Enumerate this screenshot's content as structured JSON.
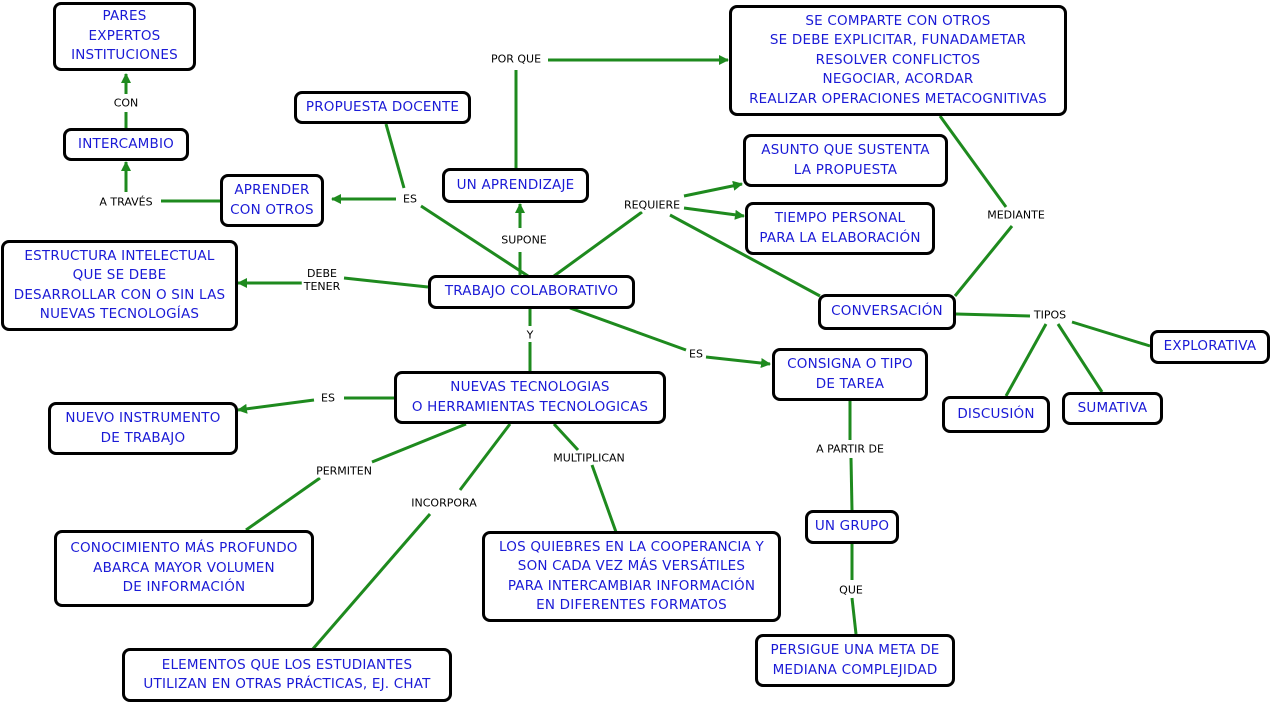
{
  "diagram": {
    "nodes": {
      "pares": [
        "PARES",
        "EXPERTOS",
        "INSTITUCIONES"
      ],
      "intercambio": [
        "INTERCAMBIO"
      ],
      "aprender": [
        "APRENDER",
        "CON OTROS"
      ],
      "propuesta_docente": [
        "PROPUESTA DOCENTE"
      ],
      "aprendizaje": [
        "UN APRENDIZAJE"
      ],
      "comparte": [
        "SE COMPARTE CON OTROS",
        "SE DEBE EXPLICITAR, FUNADAMETAR",
        "RESOLVER CONFLICTOS",
        "NEGOCIAR, ACORDAR",
        "REALIZAR OPERACIONES METACOGNITIVAS"
      ],
      "asunto": [
        "ASUNTO QUE SUSTENTA",
        "LA PROPUESTA"
      ],
      "tiempo": [
        "TIEMPO PERSONAL",
        "PARA LA ELABORACIÓN"
      ],
      "estructura": [
        "ESTRUCTURA INTELECTUAL",
        "QUE SE DEBE",
        "DESARROLLAR CON O SIN LAS",
        "NUEVAS TECNOLOGÍAS"
      ],
      "trabajo": [
        "TRABAJO COLABORATIVO"
      ],
      "conversacion": [
        "CONVERSACIÓN"
      ],
      "explorativa": [
        "EXPLORATIVA"
      ],
      "discusion": [
        "DISCUSIÓN"
      ],
      "sumativa": [
        "SUMATIVA"
      ],
      "consigna": [
        "CONSIGNA O TIPO",
        "DE TAREA"
      ],
      "nuevas": [
        "NUEVAS TECNOLOGIAS",
        "O HERRAMIENTAS TECNOLOGICAS"
      ],
      "instrumento": [
        "NUEVO INSTRUMENTO",
        "DE TRABAJO"
      ],
      "grupo": [
        "UN GRUPO"
      ],
      "conocimiento": [
        "CONOCIMIENTO MÁS PROFUNDO",
        "ABARCA MAYOR VOLUMEN",
        "DE INFORMACIÓN"
      ],
      "quiebres": [
        "LOS QUIEBRES EN LA COOPERANCIA Y",
        "SON CADA VEZ MÁS VERSÁTILES",
        "PARA INTERCAMBIAR INFORMACIÓN",
        "EN DIFERENTES FORMATOS"
      ],
      "persigue": [
        "PERSIGUE UNA META DE",
        "MEDIANA COMPLEJIDAD"
      ],
      "elementos": [
        "ELEMENTOS QUE LOS ESTUDIANTES",
        "UTILIZAN EN OTRAS PRÁCTICAS, EJ. CHAT"
      ]
    },
    "links": {
      "con": [
        "CON"
      ],
      "a_traves": [
        "A TRAVÉS"
      ],
      "es_top": [
        "ES"
      ],
      "por_que": [
        "POR QUE"
      ],
      "supone": [
        "SUPONE"
      ],
      "requiere": [
        "REQUIERE"
      ],
      "mediante": [
        "MEDIANTE"
      ],
      "debe_tener": [
        "DEBE",
        "TENER"
      ],
      "y": [
        "Y"
      ],
      "tipos": [
        "TIPOS"
      ],
      "es_right": [
        "ES"
      ],
      "es_left": [
        "ES"
      ],
      "a_partir_de": [
        "A PARTIR DE"
      ],
      "permiten": [
        "PERMITEN"
      ],
      "multiplican": [
        "MULTIPLICAN"
      ],
      "incorpora": [
        "INCORPORA"
      ],
      "que": [
        "QUE"
      ]
    },
    "colors": {
      "node_text": "#1a1ad6",
      "node_border": "#000000",
      "connector": "#1e8a1e",
      "link_text": "#000000"
    }
  }
}
